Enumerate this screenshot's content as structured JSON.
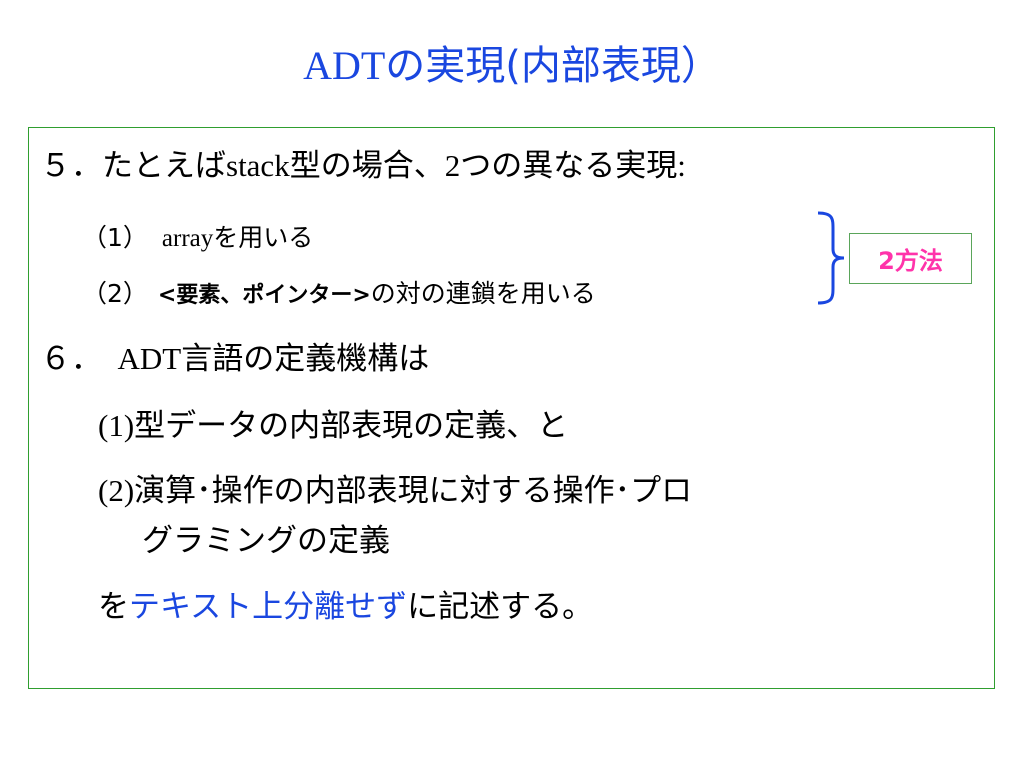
{
  "slide": {
    "title_latin": "ADT",
    "title_rest": "の実現(内部表現）"
  },
  "content": {
    "item5": {
      "prefix": "５．たとえば",
      "word": "stack",
      "middle": "型の場合、",
      "num": "2",
      "suffix": "つの異なる実現",
      "colon": ":"
    },
    "sub1": {
      "label": "（1）",
      "word": "array",
      "suffix": "を用いる"
    },
    "sub2": {
      "label": "（2）",
      "bold_part": "<要素、ポインター>",
      "suffix": "の対の連鎖を用いる"
    },
    "badge": "2方法",
    "item6": {
      "prefix": "６．　",
      "word": "ADT",
      "suffix": "言語の定義機構は"
    },
    "p1": {
      "label": "(1)",
      "text": "型データの内部表現の定義、と"
    },
    "p2": {
      "label": "(2)",
      "text": "演算･操作の内部表現に対する操作･プロ",
      "continuation": "グラミングの定義"
    },
    "closing": {
      "prefix": "を",
      "highlight": "テキスト上分離せず",
      "suffix": "に記述する。"
    }
  },
  "colors": {
    "title": "#1a47e0",
    "highlight": "#1a47e0",
    "badge_text": "#ff33aa",
    "box_border": "#2f9e2f",
    "brace": "#1a47e0"
  }
}
